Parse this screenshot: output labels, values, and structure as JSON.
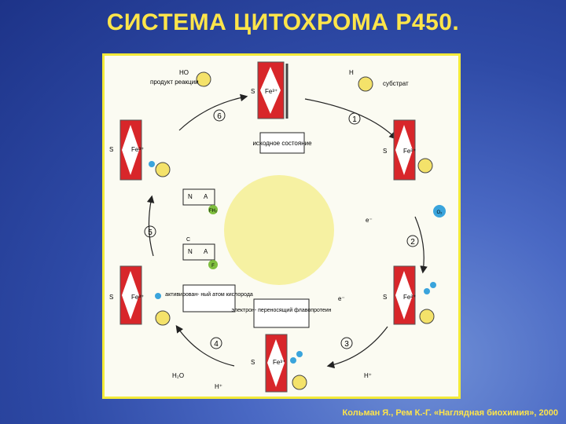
{
  "title": "СИСТЕМА ЦИТОХРОМА Р450.",
  "citation": "Кольман Я., Рем К.-Г. «Наглядная биохимия», 2000",
  "colors": {
    "accent": "#ffe54a",
    "heme_red": "#d8262a",
    "oxygen_blue": "#3aa4dc",
    "substrate_yellow": "#f4e26a"
  },
  "labels": {
    "product": "продукт реакции",
    "substrate": "субстрат",
    "initial": "исходное состояние",
    "activated": "активирован- ный атом кислорода",
    "flavoprotein": "электрон- переносящий флавопротеин"
  },
  "steps": [
    "1",
    "2",
    "3",
    "4",
    "5",
    "6"
  ],
  "atoms": {
    "h": "H",
    "ho": "HO",
    "h2o": "H₂O",
    "s": "S",
    "fe3": "Fe³⁺",
    "fe2": "Fe²⁺",
    "o2": "O₂",
    "e": "e⁻",
    "hplus": "H⁺",
    "n": "N",
    "a": "A",
    "f": "F",
    "fh2": "FH₂",
    "c": "C"
  }
}
